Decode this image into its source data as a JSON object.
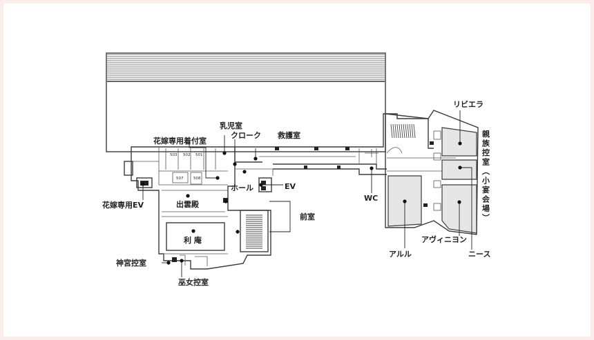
{
  "labels": {
    "nyujishitsu": "乳児室",
    "cloak": "クローク",
    "kyugoshitsu": "救護室",
    "hanayome_kitsuke": "花嫁専用着付室",
    "hanayome_ev": "花嫁専用EV",
    "hall": "ホール",
    "ev": "EV",
    "izumoden": "出雲殿",
    "zenshitsu": "前室",
    "rian": "利 庵",
    "saiguu": "神宮控室",
    "miko": "巫女控室",
    "wc": "WC",
    "riviera": "リビエラ",
    "arles": "アルル",
    "avignon": "アヴィニヨン",
    "nice": "ニース",
    "shinzoku": [
      "親",
      "族",
      "控",
      "室",
      "︵",
      "小",
      "宴",
      "会",
      "場",
      "︶"
    ]
  },
  "room_numbers": [
    "503",
    "502",
    "501",
    "507",
    "508"
  ]
}
